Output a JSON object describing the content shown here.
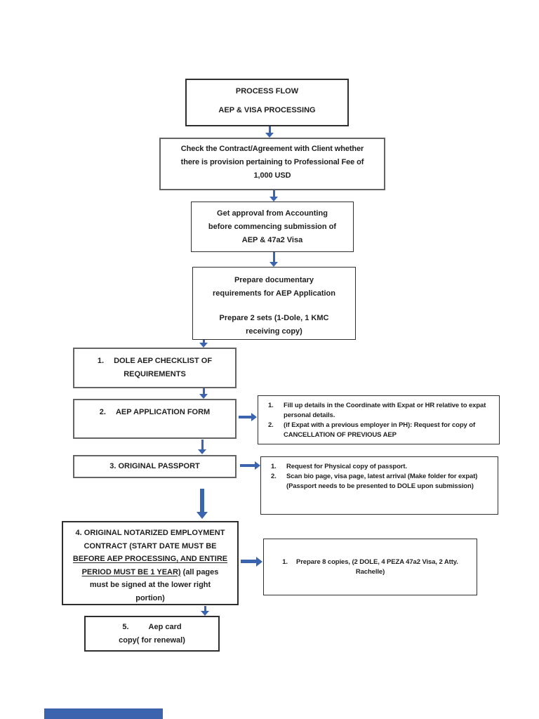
{
  "colors": {
    "arrow_blue": "#3b64af",
    "strip_blue": "#3c63ad",
    "border_dark": "#2e2e2e",
    "border_gray": "#646464",
    "text": "#1f1f1f",
    "background": "#ffffff"
  },
  "title_box": {
    "line1": "PROCESS FLOW",
    "line2": "AEP & VISA PROCESSING"
  },
  "check_box": {
    "line1": "Check the Contract/Agreement with Client whether",
    "line2": "there is provision pertaining to Professional Fee of",
    "line3": "1,000 USD"
  },
  "approval_box": {
    "line1": "Get approval from Accounting",
    "line2": "before commencing submission of",
    "line3": "AEP & 47a2 Visa"
  },
  "prepare_box": {
    "line1": "Prepare documentary",
    "line2": "requirements for AEP Application",
    "line3": "Prepare 2 sets (1-Dole, 1 KMC",
    "line4": "receiving copy)"
  },
  "step1_box": {
    "number": "1.",
    "label": "DOLE AEP CHECKLIST OF REQUIREMENTS"
  },
  "step2_box": {
    "number": "2.",
    "label": "AEP APPLICATION FORM"
  },
  "step3_box": {
    "label": "3. ORIGINAL PASSPORT"
  },
  "step4_box": {
    "line1": "4. ORIGINAL NOTARIZED EMPLOYMENT",
    "line2": "CONTRACT (START DATE MUST BE",
    "line3_underlined": "BEFORE AEP PROCESSING, AND ENTIRE",
    "line4_underlined": "PERIOD MUST BE 1 YEAR)",
    "line4_rest": " (all pages",
    "line5": "must be signed at the lower right",
    "line6": "portion)"
  },
  "step5_box": {
    "number": "5.",
    "line1": "Aep card",
    "line2": "copy( for renewal)"
  },
  "note1": {
    "items": [
      {
        "num": "1.",
        "text": "Fill up details in the Coordinate with Expat or HR relative to expat personal details."
      },
      {
        "num": "2.",
        "text": "(if Expat with a previous employer in PH): Request for copy of CANCELLATION OF PREVIOUS AEP"
      }
    ]
  },
  "note2": {
    "items": [
      {
        "num": "1.",
        "text": "Request for Physical copy of passport."
      },
      {
        "num": "2.",
        "text": "Scan bio page, visa page, latest arrival (Make folder for expat)",
        "subtext": "(Passport needs to be presented to DOLE upon submission)"
      }
    ]
  },
  "note3": {
    "num": "1.",
    "text": "Prepare 8 copies, (2 DOLE, 4 PEZA 47a2 Visa, 2 Atty. Rachelle)"
  }
}
